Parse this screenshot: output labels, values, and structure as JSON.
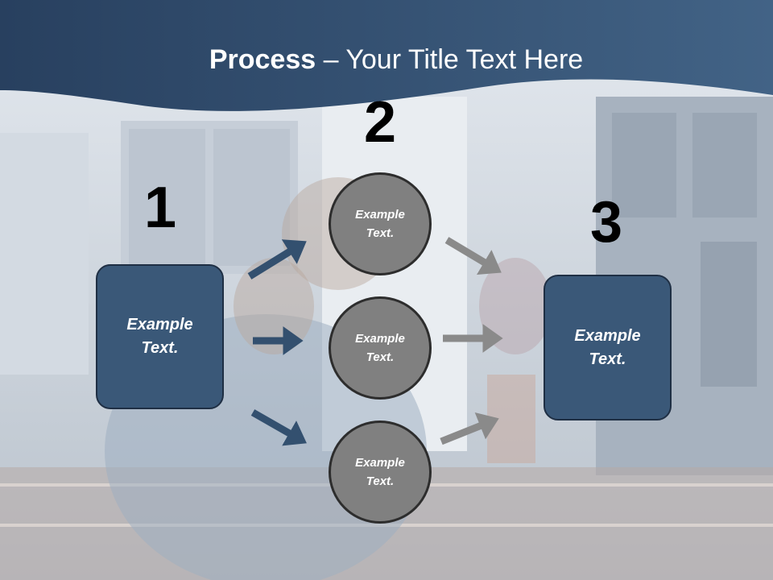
{
  "title": {
    "bold": "Process",
    "rest": " – Your Title Text Here"
  },
  "numbers": [
    "1",
    "2",
    "3"
  ],
  "step1": {
    "label": "Example\nText."
  },
  "step2": [
    {
      "label": "Example\nText."
    },
    {
      "label": "Example\nText."
    },
    {
      "label": "Example\nText."
    }
  ],
  "step3": {
    "label": "Example\nText."
  },
  "colors": {
    "header": "#2e4a6c",
    "box": "#3a5878",
    "circle": "#808080",
    "arrow_dark": "#33506f",
    "arrow_grey": "#8a8a8a"
  }
}
